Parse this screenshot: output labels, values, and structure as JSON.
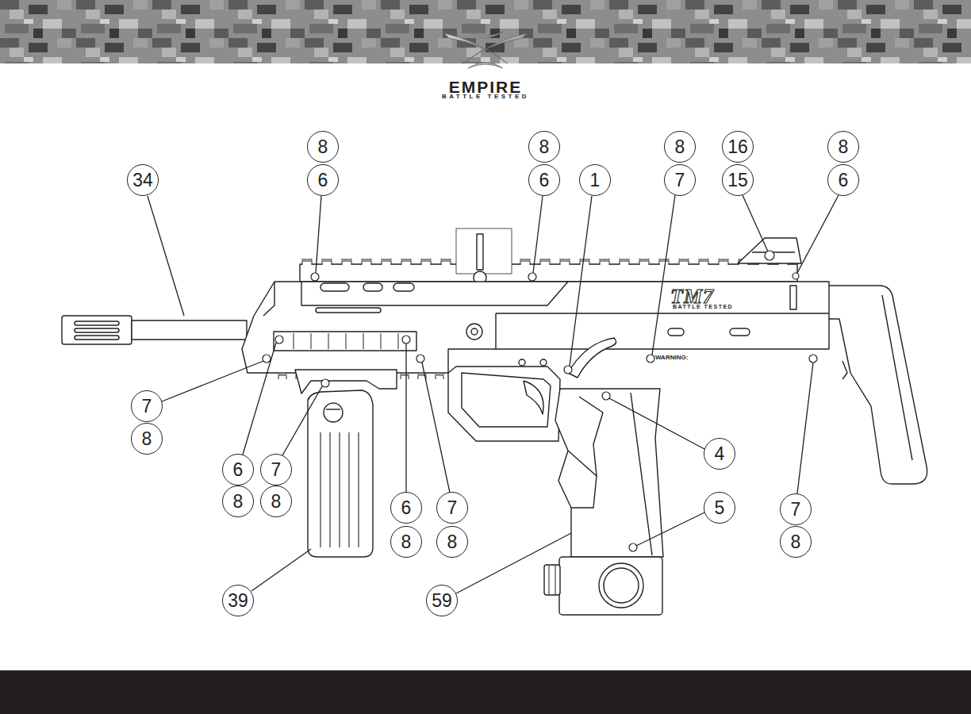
{
  "diagram": {
    "nodes": [
      {
        "text": [
          "8"
        ]
      },
      {
        "text": [
          "8"
        ]
      },
      {
        "text": [
          "8"
        ]
      },
      {
        "text": [
          "16"
        ]
      },
      {
        "text": [
          "8"
        ]
      },
      {
        "text": [
          "34"
        ]
      },
      {
        "text": [
          "6"
        ]
      },
      {
        "text": [
          "6"
        ]
      },
      {
        "text": [
          "1"
        ]
      },
      {
        "text": [
          "7"
        ]
      },
      {
        "text": [
          "15"
        ]
      },
      {
        "text": [
          "6"
        ]
      },
      {
        "text": [
          "7"
        ]
      },
      {
        "text": [
          "8"
        ]
      },
      {
        "text": [
          "4"
        ]
      },
      {
        "text": [
          "6"
        ]
      },
      {
        "text": [
          "7"
        ]
      },
      {
        "text": [
          "8"
        ]
      },
      {
        "text": [
          "8"
        ]
      },
      {
        "text": [
          "6"
        ]
      },
      {
        "text": [
          "7"
        ]
      },
      {
        "text": [
          "5"
        ]
      },
      {
        "text": [
          "7"
        ]
      },
      {
        "text": [
          "8"
        ]
      },
      {
        "text": [
          "8"
        ]
      },
      {
        "text": [
          "8"
        ]
      },
      {
        "text": [
          "39"
        ]
      },
      {
        "text": [
          "59"
        ]
      }
    ],
    "labels": [
      "EMPIRE",
      "BATTLE TESTED",
      "TM7",
      "BATTLE TESTED",
      "WARNING:"
    ]
  }
}
